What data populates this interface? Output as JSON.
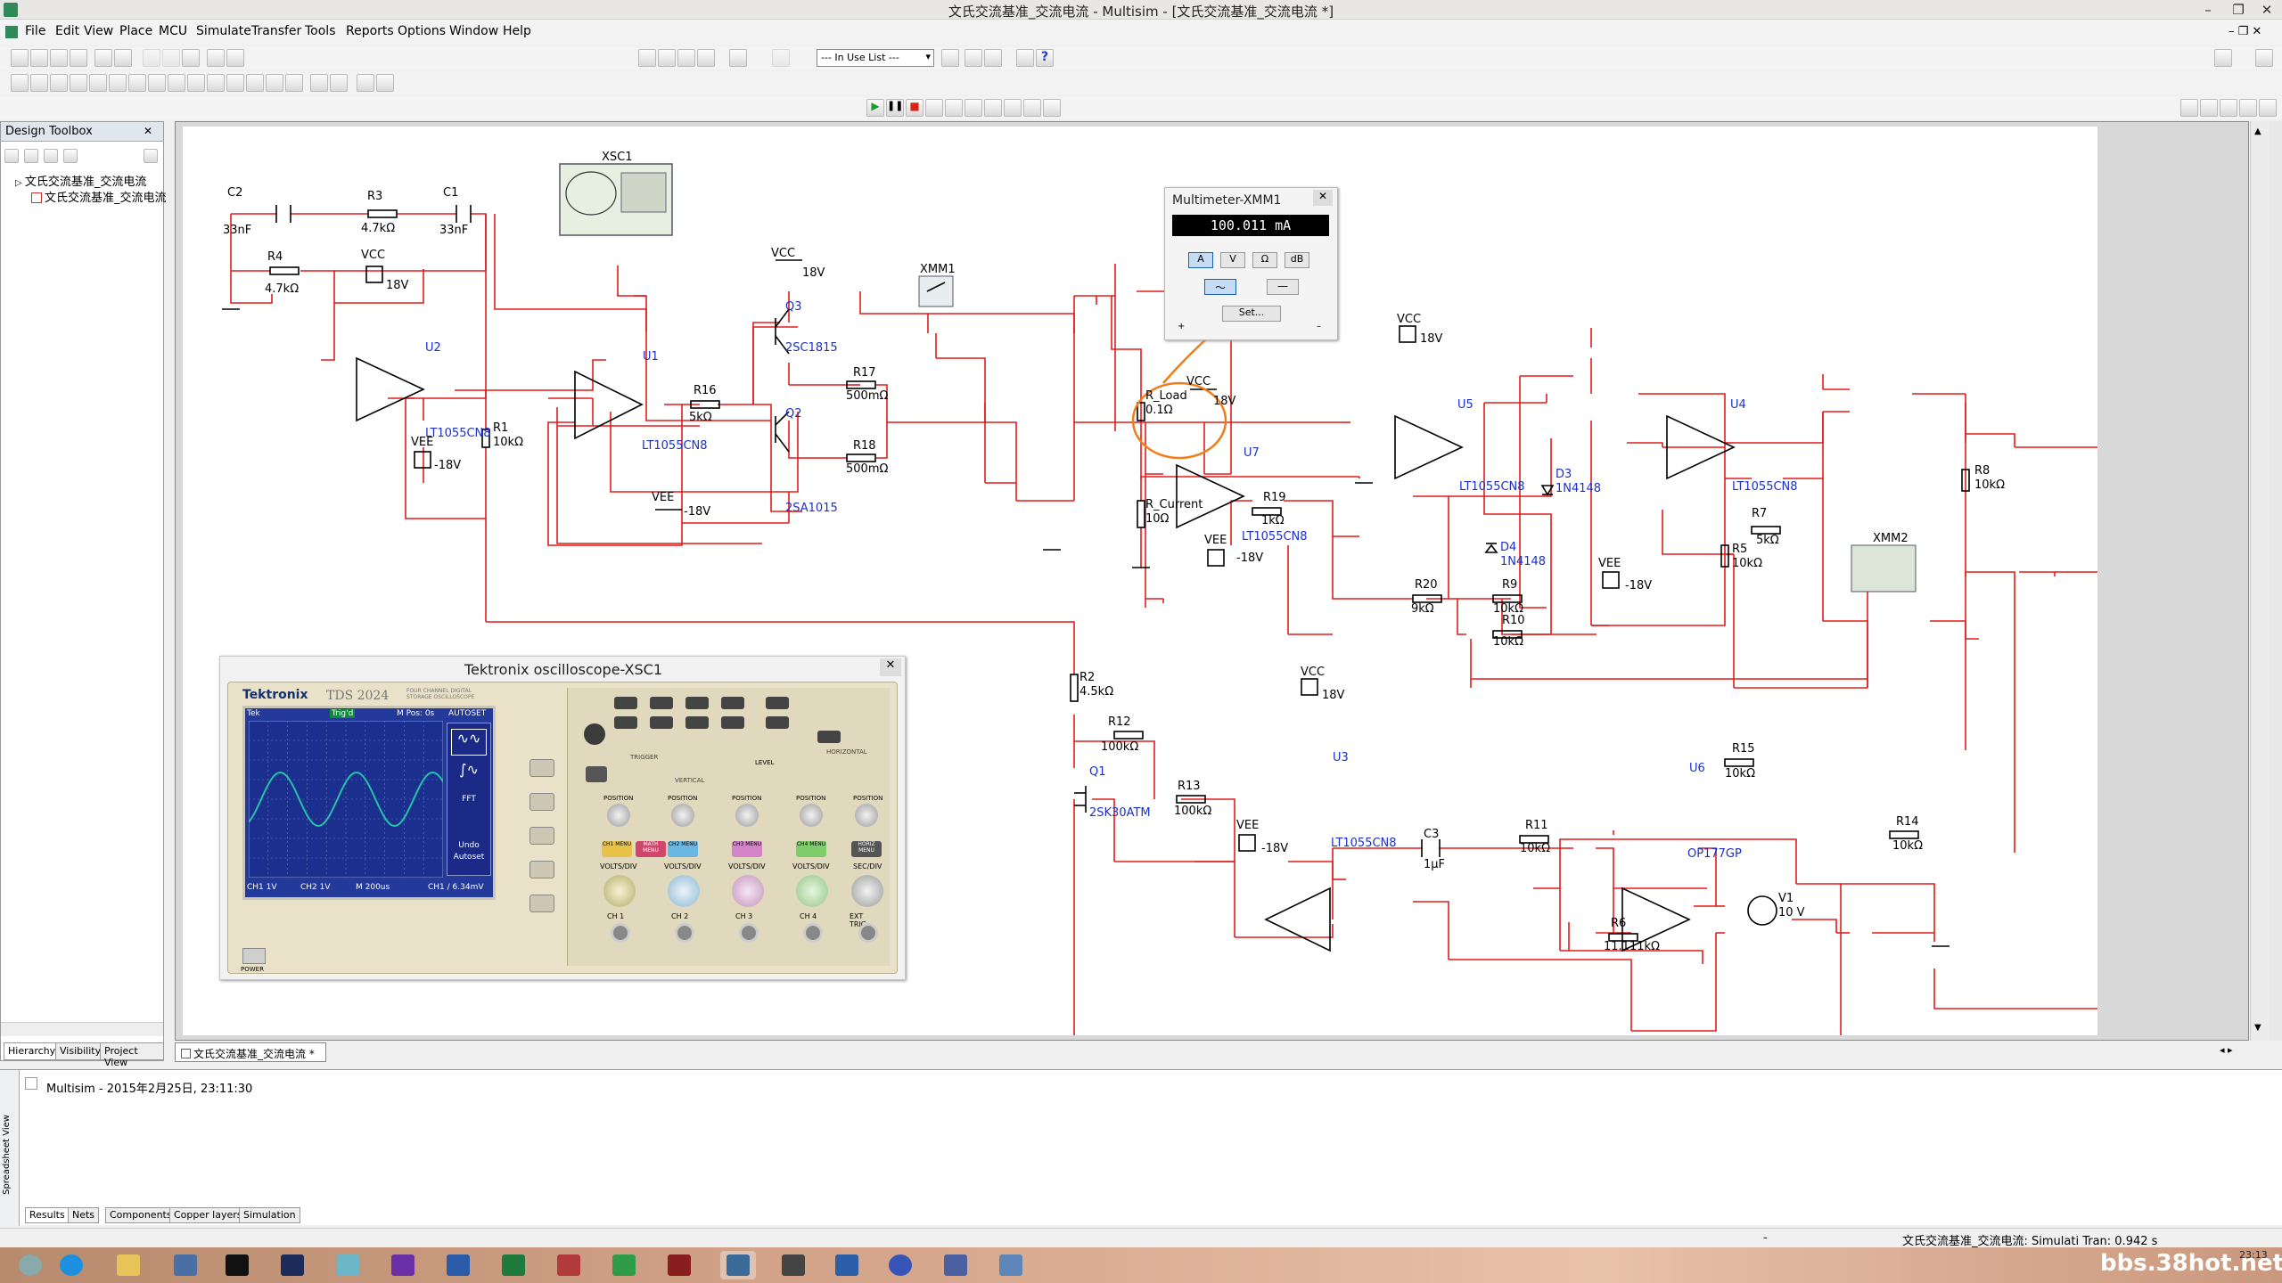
{
  "window": {
    "title": "文氏交流基准_交流电流 - Multisim - [文氏交流基准_交流电流 *]"
  },
  "menus": [
    "File",
    "Edit",
    "View",
    "Place",
    "MCU",
    "Simulate",
    "Transfer",
    "Tools",
    "Reports",
    "Options",
    "Window",
    "Help"
  ],
  "toolbar": {
    "in_use_list": "--- In Use List ---"
  },
  "toolbox": {
    "title": "Design Toolbox",
    "tree_root": "文氏交流基准_交流电流",
    "tree_child": "文氏交流基准_交流电流",
    "tabs": [
      "Hierarchy",
      "Visibility",
      "Project View"
    ]
  },
  "doc_tab": "文氏交流基准_交流电流 *",
  "schematic": {
    "labels": [
      {
        "k": "c2",
        "t": "C2"
      },
      {
        "k": "c2v",
        "t": "33nF"
      },
      {
        "k": "r3",
        "t": "R3"
      },
      {
        "k": "r3v",
        "t": "4.7kΩ"
      },
      {
        "k": "c1",
        "t": "C1"
      },
      {
        "k": "c1v",
        "t": "33nF"
      },
      {
        "k": "r4",
        "t": "R4"
      },
      {
        "k": "r4v",
        "t": "4.7kΩ"
      },
      {
        "k": "vcc1",
        "t": "VCC"
      },
      {
        "k": "vcc1v",
        "t": "18V"
      },
      {
        "k": "u2",
        "t": "U2"
      },
      {
        "k": "u2p",
        "t": "LT1055CN8"
      },
      {
        "k": "vee1",
        "t": "VEE"
      },
      {
        "k": "vee1v",
        "t": "-18V"
      },
      {
        "k": "r1",
        "t": "R1"
      },
      {
        "k": "r1v",
        "t": "10kΩ"
      },
      {
        "k": "xsc1",
        "t": "XSC1"
      },
      {
        "k": "u1",
        "t": "U1"
      },
      {
        "k": "u1p",
        "t": "LT1055CN8"
      },
      {
        "k": "r16",
        "t": "R16"
      },
      {
        "k": "r16v",
        "t": "5kΩ"
      },
      {
        "k": "vee2",
        "t": "VEE"
      },
      {
        "k": "vee2v",
        "t": "-18V"
      },
      {
        "k": "vcc2",
        "t": "VCC"
      },
      {
        "k": "vcc2v",
        "t": "18V"
      },
      {
        "k": "q3",
        "t": "Q3"
      },
      {
        "k": "q3p",
        "t": "2SC1815"
      },
      {
        "k": "r17",
        "t": "R17"
      },
      {
        "k": "r17v",
        "t": "500mΩ"
      },
      {
        "k": "r18",
        "t": "R18"
      },
      {
        "k": "r18v",
        "t": "500mΩ"
      },
      {
        "k": "q2",
        "t": "Q2"
      },
      {
        "k": "q2p",
        "t": "2SA1015"
      },
      {
        "k": "xmm1",
        "t": "XMM1"
      },
      {
        "k": "rload",
        "t": "R_Load"
      },
      {
        "k": "rloadv",
        "t": "0.1Ω"
      },
      {
        "k": "rcur",
        "t": "R_Current"
      },
      {
        "k": "rcurv",
        "t": "10Ω"
      },
      {
        "k": "vcc3",
        "t": "VCC"
      },
      {
        "k": "vcc3v",
        "t": "18V"
      },
      {
        "k": "u7",
        "t": "U7"
      },
      {
        "k": "u7p",
        "t": "LT1055CN8"
      },
      {
        "k": "r19",
        "t": "R19"
      },
      {
        "k": "r19v",
        "t": "1kΩ"
      },
      {
        "k": "vee3",
        "t": "VEE"
      },
      {
        "k": "vee3v",
        "t": "-18V"
      },
      {
        "k": "r20",
        "t": "R20"
      },
      {
        "k": "r20v",
        "t": "9kΩ"
      },
      {
        "k": "r9",
        "t": "R9"
      },
      {
        "k": "r9v",
        "t": "10kΩ"
      },
      {
        "k": "r10",
        "t": "R10"
      },
      {
        "k": "r10v",
        "t": "10kΩ"
      },
      {
        "k": "vcc4",
        "t": "VCC"
      },
      {
        "k": "vcc4v",
        "t": "18V"
      },
      {
        "k": "u5",
        "t": "U5"
      },
      {
        "k": "u5p",
        "t": "LT1055CN8"
      },
      {
        "k": "d3",
        "t": "D3"
      },
      {
        "k": "d3p",
        "t": "1N4148"
      },
      {
        "k": "d4",
        "t": "D4"
      },
      {
        "k": "d4p",
        "t": "1N4148"
      },
      {
        "k": "r7",
        "t": "R7"
      },
      {
        "k": "r7v",
        "t": "5kΩ"
      },
      {
        "k": "r5",
        "t": "R5"
      },
      {
        "k": "r5v",
        "t": "10kΩ"
      },
      {
        "k": "vee4",
        "t": "VEE"
      },
      {
        "k": "vee4v",
        "t": "-18V"
      },
      {
        "k": "u4",
        "t": "U4"
      },
      {
        "k": "u4p",
        "t": "LT1055CN8"
      },
      {
        "k": "r8",
        "t": "R8"
      },
      {
        "k": "r8v",
        "t": "10kΩ"
      },
      {
        "k": "xmm2",
        "t": "XMM2"
      },
      {
        "k": "r2",
        "t": "R2"
      },
      {
        "k": "r2v",
        "t": "4.5kΩ"
      },
      {
        "k": "r12",
        "t": "R12"
      },
      {
        "k": "r12v",
        "t": "100kΩ"
      },
      {
        "k": "q1",
        "t": "Q1"
      },
      {
        "k": "q1p",
        "t": "2SK30ATM"
      },
      {
        "k": "r13",
        "t": "R13"
      },
      {
        "k": "r13v",
        "t": "100kΩ"
      },
      {
        "k": "vcc5",
        "t": "VCC"
      },
      {
        "k": "vcc5v",
        "t": "18V"
      },
      {
        "k": "c3",
        "t": "C3"
      },
      {
        "k": "c3v",
        "t": "1µF"
      },
      {
        "k": "r11",
        "t": "R11"
      },
      {
        "k": "r11v",
        "t": "10kΩ"
      },
      {
        "k": "u3",
        "t": "U3"
      },
      {
        "k": "u3p",
        "t": "LT1055CN8"
      },
      {
        "k": "vee5",
        "t": "VEE"
      },
      {
        "k": "vee5v",
        "t": "-18V"
      },
      {
        "k": "r6",
        "t": "R6"
      },
      {
        "k": "r6v",
        "t": "11.111kΩ"
      },
      {
        "k": "r15",
        "t": "R15"
      },
      {
        "k": "r15v",
        "t": "10kΩ"
      },
      {
        "k": "u6",
        "t": "U6"
      },
      {
        "k": "u6p",
        "t": "OP177GP"
      },
      {
        "k": "r14",
        "t": "R14"
      },
      {
        "k": "r14v",
        "t": "10kΩ"
      },
      {
        "k": "v1",
        "t": "V1"
      },
      {
        "k": "v1v",
        "t": "10 V"
      }
    ]
  },
  "multimeter": {
    "title": "Multimeter-XMM1",
    "reading": "100.011 mA",
    "modes": [
      "A",
      "V",
      "Ω",
      "dB"
    ],
    "set_label": "Set..."
  },
  "oscilloscope": {
    "title": "Tektronix oscilloscope-XSC1",
    "brand": "Tektronix",
    "model": "TDS 2024",
    "model_sub": "FOUR CHANNEL DIGITAL STORAGE OSCILLOSCOPE",
    "screen_top_left": "Tek",
    "trig": "Trig'd",
    "mpos": "M Pos: 0s",
    "autoset": "AUTOSET",
    "fft": "FFT",
    "undo": "Undo",
    "undo2": "Autoset",
    "ch1": "CH1  1V",
    "ch2": "CH2  1V",
    "time": "M 200us",
    "trigread": "CH1 / 6.34mV",
    "power": "POWER",
    "sec_labels": [
      "VERTICAL",
      "HORIZONTAL",
      "TRIGGER"
    ],
    "knob_labels": [
      "POSITION",
      "POSITION",
      "POSITION",
      "POSITION",
      "POSITION",
      "LEVEL"
    ],
    "vd": [
      "VOLTS/DIV",
      "VOLTS/DIV",
      "VOLTS/DIV",
      "VOLTS/DIV",
      "SEC/DIV"
    ],
    "ch_labels": [
      "CH 1",
      "CH 2",
      "CH 3",
      "CH 4",
      "EXT TRIG"
    ],
    "menu_btns": [
      "CH1 MENU",
      "MATH MENU",
      "CH2 MENU",
      "CH3 MENU",
      "CH4 MENU",
      "HORIZ MENU"
    ],
    "xsc_tag": "Tektronix"
  },
  "spreadsheet": {
    "side": "Spreadsheet View",
    "log": "Multisim  -  2015年2月25日, 23:11:30",
    "tabs": [
      "Results",
      "Nets",
      "Components",
      "Copper layers",
      "Simulation"
    ]
  },
  "status": {
    "text": "文氏交流基准_交流电流: Simulati  Tran: 0.942 s",
    "sep": "-"
  },
  "taskbar": {
    "clock": "23:13",
    "watermark": "bbs.38hot.net"
  }
}
